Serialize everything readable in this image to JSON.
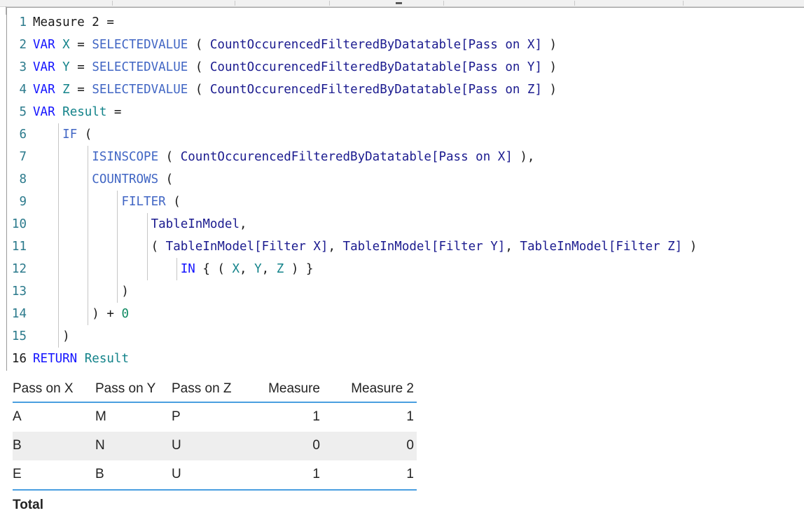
{
  "editor": {
    "language": "DAX",
    "lines": [
      {
        "n": "1",
        "tokens": [
          {
            "t": "Measure 2 =",
            "c": "plain"
          }
        ]
      },
      {
        "n": "2",
        "tokens": [
          {
            "t": "VAR ",
            "c": "kw"
          },
          {
            "t": "X",
            "c": "var"
          },
          {
            "t": " = ",
            "c": "punct"
          },
          {
            "t": "SELECTEDVALUE",
            "c": "fn"
          },
          {
            "t": " ( ",
            "c": "punct"
          },
          {
            "t": "CountOccurencedFilteredByDatatable[Pass on X]",
            "c": "tbl"
          },
          {
            "t": " )",
            "c": "punct"
          }
        ]
      },
      {
        "n": "3",
        "tokens": [
          {
            "t": "VAR ",
            "c": "kw"
          },
          {
            "t": "Y",
            "c": "var"
          },
          {
            "t": " = ",
            "c": "punct"
          },
          {
            "t": "SELECTEDVALUE",
            "c": "fn"
          },
          {
            "t": " ( ",
            "c": "punct"
          },
          {
            "t": "CountOccurencedFilteredByDatatable[Pass on Y]",
            "c": "tbl"
          },
          {
            "t": " )",
            "c": "punct"
          }
        ]
      },
      {
        "n": "4",
        "tokens": [
          {
            "t": "VAR ",
            "c": "kw"
          },
          {
            "t": "Z",
            "c": "var"
          },
          {
            "t": " = ",
            "c": "punct"
          },
          {
            "t": "SELECTEDVALUE",
            "c": "fn"
          },
          {
            "t": " ( ",
            "c": "punct"
          },
          {
            "t": "CountOccurencedFilteredByDatatable[Pass on Z]",
            "c": "tbl"
          },
          {
            "t": " )",
            "c": "punct"
          }
        ]
      },
      {
        "n": "5",
        "tokens": [
          {
            "t": "VAR ",
            "c": "kw"
          },
          {
            "t": "Result",
            "c": "var"
          },
          {
            "t": " =",
            "c": "punct"
          }
        ]
      },
      {
        "n": "6",
        "tokens": [
          {
            "t": "    ",
            "c": "punct"
          },
          {
            "t": "IF",
            "c": "fn"
          },
          {
            "t": " (",
            "c": "punct"
          }
        ]
      },
      {
        "n": "7",
        "tokens": [
          {
            "t": "        ",
            "c": "punct"
          },
          {
            "t": "ISINSCOPE",
            "c": "fn"
          },
          {
            "t": " ( ",
            "c": "punct"
          },
          {
            "t": "CountOccurencedFilteredByDatatable[Pass on X]",
            "c": "tbl"
          },
          {
            "t": " ),",
            "c": "punct"
          }
        ]
      },
      {
        "n": "8",
        "tokens": [
          {
            "t": "        ",
            "c": "punct"
          },
          {
            "t": "COUNTROWS",
            "c": "fn"
          },
          {
            "t": " (",
            "c": "punct"
          }
        ]
      },
      {
        "n": "9",
        "tokens": [
          {
            "t": "            ",
            "c": "punct"
          },
          {
            "t": "FILTER",
            "c": "fn"
          },
          {
            "t": " (",
            "c": "punct"
          }
        ]
      },
      {
        "n": "10",
        "tokens": [
          {
            "t": "                ",
            "c": "punct"
          },
          {
            "t": "TableInModel",
            "c": "tbl"
          },
          {
            "t": ",",
            "c": "punct"
          }
        ]
      },
      {
        "n": "11",
        "tokens": [
          {
            "t": "                ( ",
            "c": "punct"
          },
          {
            "t": "TableInModel[Filter X]",
            "c": "tbl"
          },
          {
            "t": ", ",
            "c": "punct"
          },
          {
            "t": "TableInModel[Filter Y]",
            "c": "tbl"
          },
          {
            "t": ", ",
            "c": "punct"
          },
          {
            "t": "TableInModel[Filter Z]",
            "c": "tbl"
          },
          {
            "t": " )",
            "c": "punct"
          }
        ]
      },
      {
        "n": "12",
        "tokens": [
          {
            "t": "                    ",
            "c": "punct"
          },
          {
            "t": "IN",
            "c": "kw"
          },
          {
            "t": " { ( ",
            "c": "punct"
          },
          {
            "t": "X",
            "c": "var"
          },
          {
            "t": ", ",
            "c": "punct"
          },
          {
            "t": "Y",
            "c": "var"
          },
          {
            "t": ", ",
            "c": "punct"
          },
          {
            "t": "Z",
            "c": "var"
          },
          {
            "t": " ) }",
            "c": "punct"
          }
        ]
      },
      {
        "n": "13",
        "tokens": [
          {
            "t": "            )",
            "c": "punct"
          }
        ]
      },
      {
        "n": "14",
        "tokens": [
          {
            "t": "        ) + ",
            "c": "punct"
          },
          {
            "t": "0",
            "c": "num"
          }
        ]
      },
      {
        "n": "15",
        "tokens": [
          {
            "t": "    )",
            "c": "punct"
          }
        ]
      },
      {
        "n": "16",
        "tokens": [
          {
            "t": "RETURN ",
            "c": "kw"
          },
          {
            "t": "Result",
            "c": "var"
          }
        ],
        "ln_dark": true
      }
    ]
  },
  "grid": {
    "columns": [
      {
        "label": "Pass on X",
        "align": "left"
      },
      {
        "label": "Pass on Y",
        "align": "left"
      },
      {
        "label": "Pass on Z",
        "align": "left"
      },
      {
        "label": "Measure",
        "align": "right"
      },
      {
        "label": "Measure 2",
        "align": "right"
      }
    ],
    "rows": [
      [
        "A",
        "M",
        "P",
        "1",
        "1"
      ],
      [
        "B",
        "N",
        "U",
        "0",
        "0"
      ],
      [
        "E",
        "B",
        "U",
        "1",
        "1"
      ]
    ],
    "total_label": "Total",
    "total_values": [
      "",
      "",
      "",
      "",
      ""
    ],
    "accent_color": "#4a9fe0",
    "alt_row_color": "#eeeeee"
  },
  "colors": {
    "keyword": "#1414ff",
    "function": "#4166c4",
    "variable": "#13838a",
    "table_ref": "#1b1b8f",
    "number": "#0f8a62",
    "line_number": "#2b7a8c",
    "text": "#1a1a1a",
    "background": "#ffffff"
  }
}
